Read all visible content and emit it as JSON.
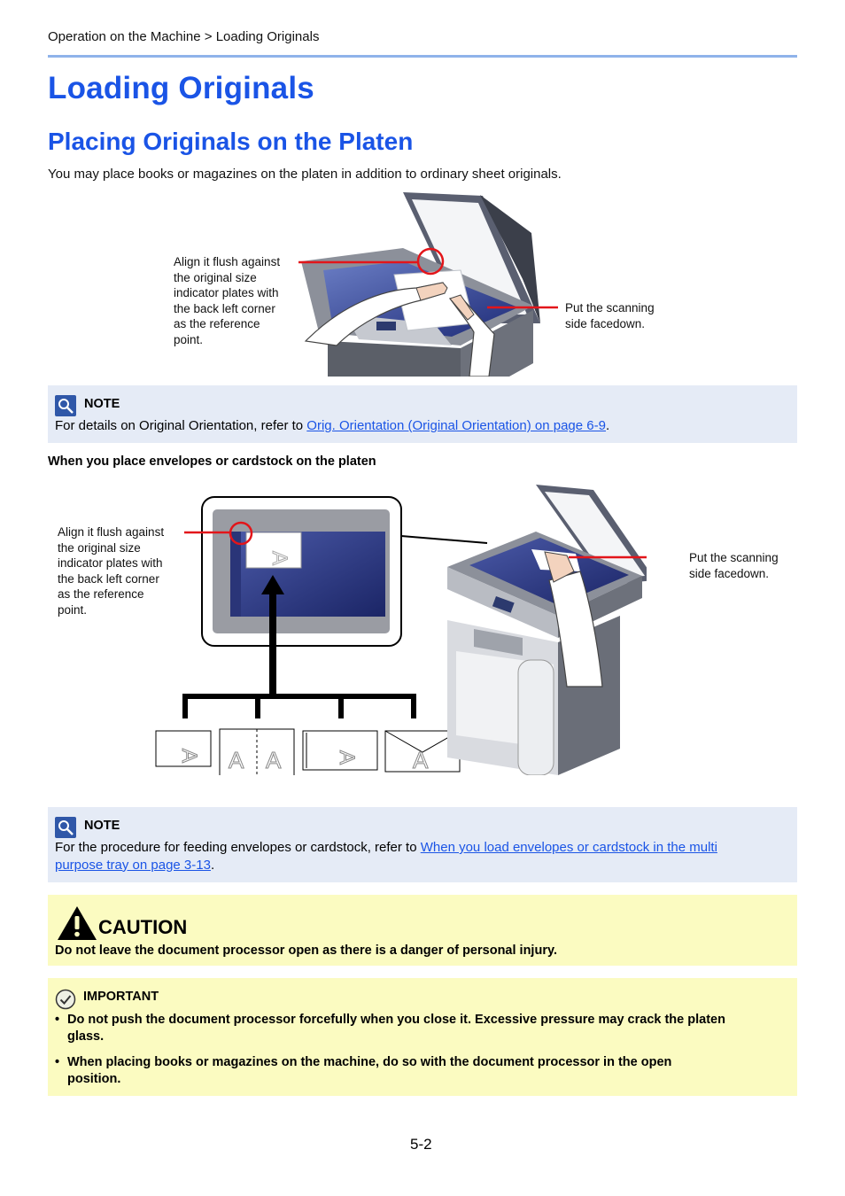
{
  "breadcrumb": "Operation on the Machine > Loading Originals",
  "title": "Loading Originals",
  "section_title": "Placing Originals on the Platen",
  "intro": "You may place books or magazines on the platen in addition to ordinary sheet originals.",
  "figure1": {
    "callout_left": [
      "Align it flush against",
      "the original size",
      "indicator plates with",
      "the back left corner",
      "as the reference",
      "point."
    ],
    "callout_right": [
      "Put the scanning",
      "side facedown."
    ]
  },
  "note1": {
    "title": "NOTE",
    "text_before": "For details on Original Orientation, refer to ",
    "link": "Orig. Orientation (Original Orientation) on page 6-9",
    "text_after": "."
  },
  "subheading": "When you place envelopes or cardstock on the platen",
  "figure2": {
    "callout_left": [
      "Align it flush against",
      "the original size",
      "indicator plates with",
      "the back left corner",
      "as the reference",
      "point."
    ],
    "callout_right": [
      "Put the scanning",
      "side facedown."
    ],
    "sample_letter": "A"
  },
  "note2": {
    "title": "NOTE",
    "text_before": "For the procedure for feeding envelopes or cardstock, refer to ",
    "link_line1": "When you load envelopes or cardstock in the multi ",
    "link_line2": "purpose tray on page 3-13",
    "text_after": "."
  },
  "caution": {
    "title": "CAUTION",
    "text": "Do not leave the document processor open as there is a danger of personal injury."
  },
  "important": {
    "title": "IMPORTANT",
    "bullet_char": "•",
    "items": [
      [
        "Do not push the document processor forcefully when you close it. Excessive pressure may crack the platen",
        "glass."
      ],
      [
        "When placing books or magazines on the machine, do so with the document processor in the open",
        "position."
      ]
    ]
  },
  "page_number": "5-2",
  "colors": {
    "heading_blue": "#1a54e6",
    "note_bg": "#e5ebf6",
    "caution_bg": "#fbfbc1",
    "callout_red": "#e3151a"
  }
}
